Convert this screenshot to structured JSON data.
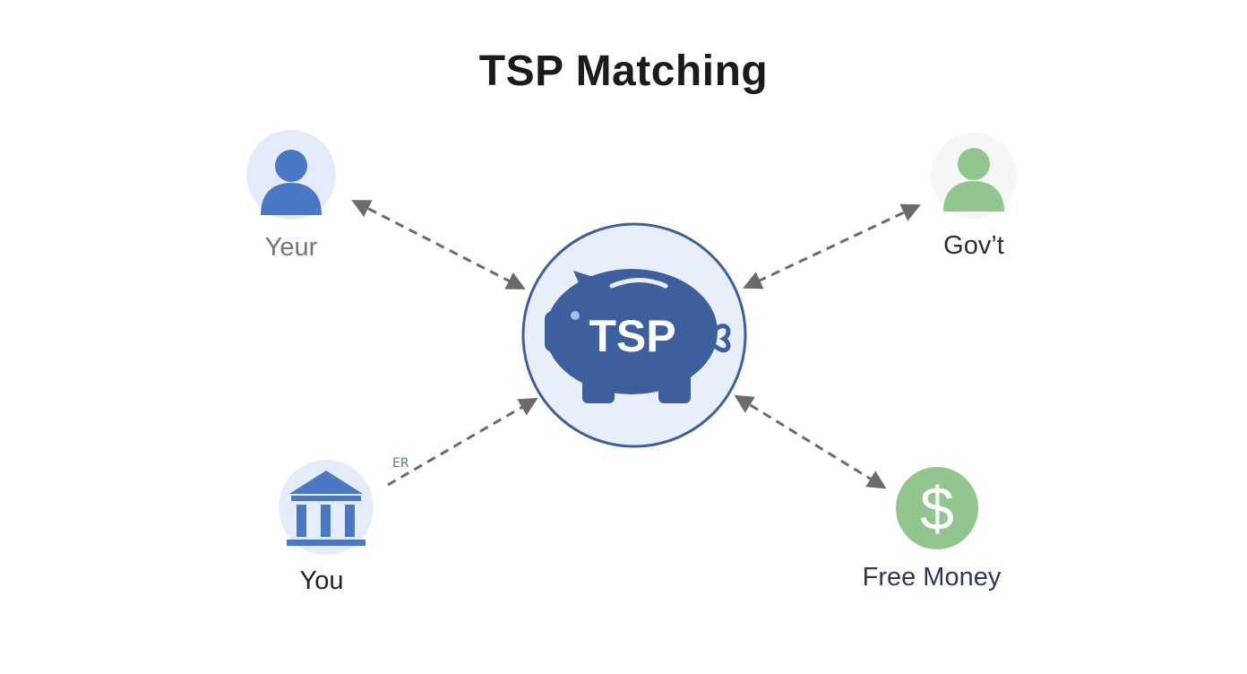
{
  "title": "TSP Matching",
  "hub": {
    "label": "TSP",
    "icon": "piggy-bank-icon"
  },
  "nodes": {
    "top_left": {
      "label": "Yeur",
      "icon": "person-icon",
      "color": "#4a78c4"
    },
    "top_right": {
      "label": "Gov’t",
      "icon": "person-icon",
      "color": "#93c58e"
    },
    "bottom_left": {
      "label": "You",
      "icon": "bank-building-icon",
      "color": "#4a78c4"
    },
    "bottom_right": {
      "label": "Free Money",
      "icon": "dollar-coin-icon",
      "color": "#93c58e"
    }
  },
  "stray_mark": "ER",
  "colors": {
    "accent_blue": "#3d5f9e",
    "light_blue": "#e6eef8",
    "green": "#93c58e",
    "arrow": "#6b6b6b"
  }
}
